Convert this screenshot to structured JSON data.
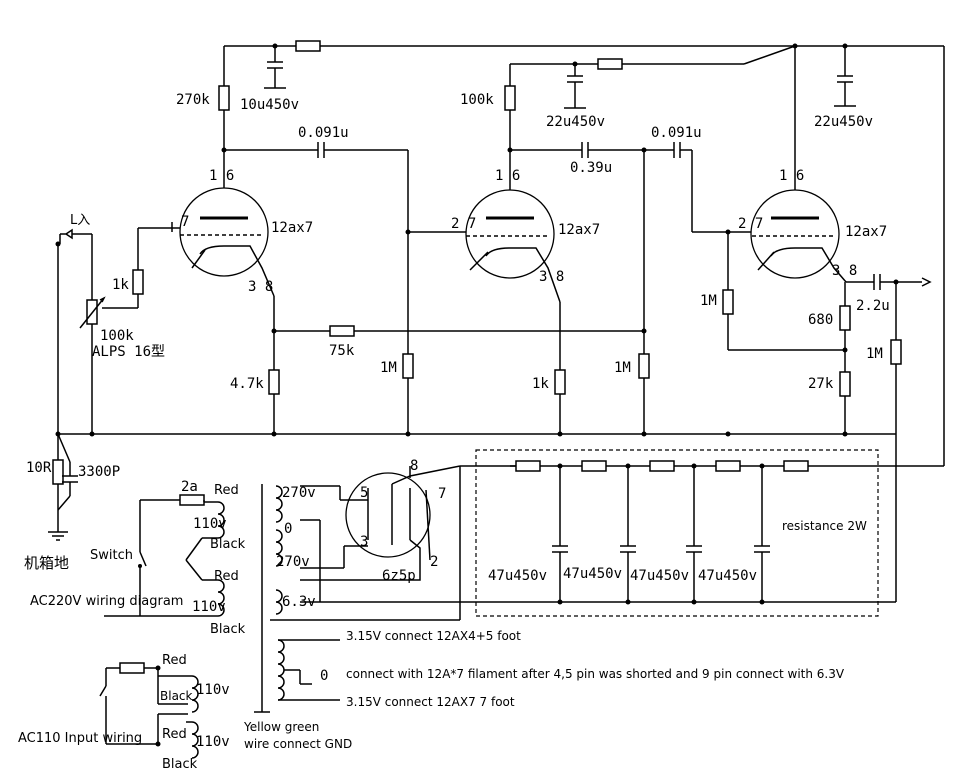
{
  "labels": {
    "r_270k": "270k",
    "c_10u": "10u450v",
    "c_0091_a": "0.091u",
    "pin_v1_16": "1 6",
    "pin_v1_7": "7",
    "pin_v1_38": "3 8",
    "tube_v1": "12ax7",
    "input": "L入",
    "r_1k_in": "1k",
    "pot": "100k",
    "pot_model": "ALPS 16型",
    "r_47k": "4.7k",
    "r_75k": "75k",
    "r_1m_a": "1M",
    "r_100k": "100k",
    "c_22u_a": "22u450v",
    "pin_v2_16": "1 6",
    "pin_v2_27": "2 7",
    "pin_v2_38": "3 8",
    "tube_v2": "12ax7",
    "c_039": "0.39u",
    "c_0091_b": "0.091u",
    "r_1k_b": "1k",
    "r_1m_b": "1M",
    "c_22u_b": "22u450v",
    "pin_v3_16": "1 6",
    "pin_v3_27": "2 7",
    "pin_v3_38": "3 8",
    "tube_v3": "12ax7",
    "r_1m_c": "1M",
    "r_680": "680",
    "r_27k": "27k",
    "c_22u_out": "2.2u",
    "r_1m_out": "1M",
    "r_10r": "10R",
    "c_3300p": "3300P",
    "chassis_gnd": "机箱地",
    "fuse": "2a",
    "switch": "Switch",
    "red_1": "Red",
    "v110_1": "110v",
    "black_1": "Black",
    "red_2": "Red",
    "v110_2": "110v",
    "black_2": "Black",
    "ac220": "AC220V wiring diagram",
    "sec_270_a": "270v",
    "sec_0": "0",
    "sec_270_b": "270v",
    "sec_63": "6.3v",
    "rect_5": "5",
    "rect_3": "3",
    "rect_8": "8",
    "rect_7": "7",
    "rect_2": "2",
    "rect_name": "6z5p",
    "cap_f1": "47u450v",
    "cap_f2": "47u450v",
    "cap_f3": "47u450v",
    "cap_f4": "47u450v",
    "res_2w": "resistance 2W",
    "fil_1": "3.15V connect 12AX4+5 foot",
    "fil_0": "0",
    "fil_note": "connect with 12A*7 filament after 4,5 pin was shorted and 9 pin connect with 6.3V",
    "fil_2": "3.15V connect 12AX7 7 foot",
    "gnd_note_1": "Yellow green",
    "gnd_note_2": "wire connect GND",
    "ac110_red_1": "Red",
    "ac110_black_1": "Black",
    "ac110_v1": "110v",
    "ac110_red_2": "Red",
    "ac110_v2": "110v",
    "ac110_black_2": "Black",
    "ac110": "AC110 Input wiring"
  }
}
